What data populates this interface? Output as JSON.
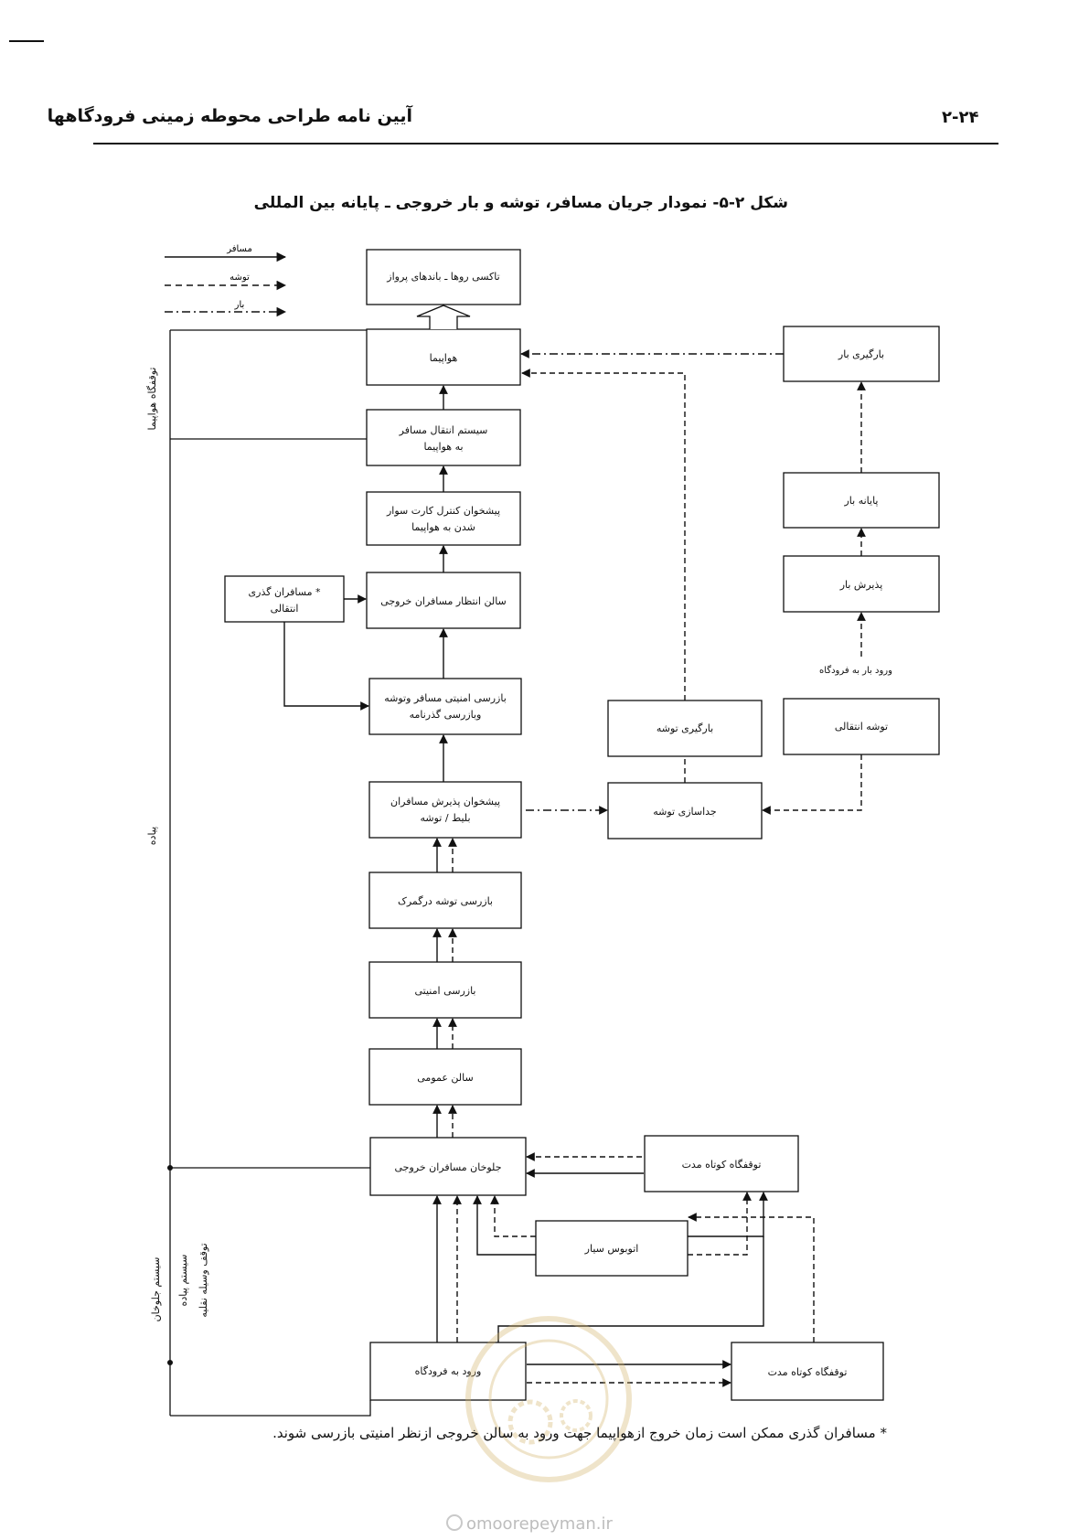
{
  "header": {
    "title": "آیین نامه طراحی محوطه زمینی فرودگاهها",
    "page_number": "۲-۲۴"
  },
  "figure": {
    "caption": "شکل ۲-۵- نمودار جریان مسافر، توشه و بار خروجی ـ پایانه بین المللی"
  },
  "legend": {
    "passenger": "مسافر",
    "baggage": "توشه",
    "cargo": "بار"
  },
  "boxes": {
    "taxiway": "تاکسی روها ـ باندهای پرواز",
    "aircraft": "هواپیما",
    "transfer_system_1": "سیستم انتقال مسافر",
    "transfer_system_2": "به هواپیما",
    "boarding_control_1": "پیشخوان کنترل کارت سوار",
    "boarding_control_2": "شدن به هواپیما",
    "departure_lounge": "سالن انتظار مسافران خروجی",
    "transit_1": "* مسافران گذری",
    "transit_2": "انتقالی",
    "security_passport_1": "بازرسی امنیتی مسافر وتوشه",
    "security_passport_2": "وبازرسی گذرنامه",
    "checkin_1": "پیشخوان پذیرش مسافران",
    "checkin_2": "بلیط / توشه",
    "customs": "بازرسی توشه درگمرک",
    "security": "بازرسی امنیتی",
    "public_hall": "سالن عمومی",
    "curbside": "جلوخان مسافران خروجی",
    "short_stop_1": "توقفگاه کوتاه مدت",
    "bus": "اتوبوس سیار",
    "airport_entry": "ورود به فرودگاه",
    "short_stop_2": "توقفگاه کوتاه مدت",
    "cargo_loading": "بارگیری بار",
    "cargo_terminal": "پایانه بار",
    "cargo_acceptance": "پذیرش بار",
    "cargo_entry": "ورود بار به فرودگاه",
    "baggage_loading": "بارگیری توشه",
    "transfer_baggage": "توشه انتقالی",
    "baggage_sorting": "جداسازی توشه"
  },
  "side_labels": {
    "aircraft_stand": "توقفگاه هواپیما",
    "walkways": "پیاده",
    "curb_system": "سیستم جلوخان",
    "pedestrian_system": "سیستم پیاده",
    "vehicle_stop": "توقف وسیله نقلیه"
  },
  "footnote": "* مسافران گذری ممکن است زمان خروج ازهواپیما جهت ورود به سالن خروجی ازنظر امنیتی بازرسی شوند.",
  "watermark": "omoorepeyman.ir"
}
